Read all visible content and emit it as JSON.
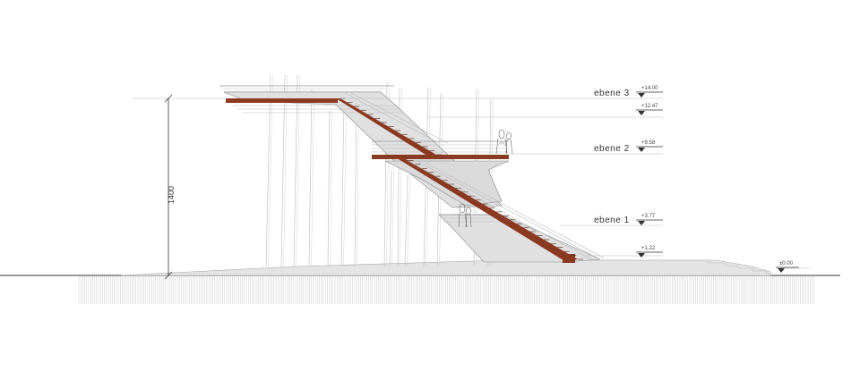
{
  "levels": [
    {
      "label": "ebene 3",
      "elevation": "+14.00"
    },
    {
      "label": "ebene 2",
      "elevation": "+9.58"
    },
    {
      "label": "ebene 1",
      "elevation": "+3.77"
    }
  ],
  "intermediate_elevations": [
    "+12.47",
    "+1.22"
  ],
  "ground_elevation": "±0.00",
  "height_dimension": "1400",
  "colors": {
    "stair": "#8b3a22",
    "concrete": "#dedede",
    "line": "#333333"
  }
}
